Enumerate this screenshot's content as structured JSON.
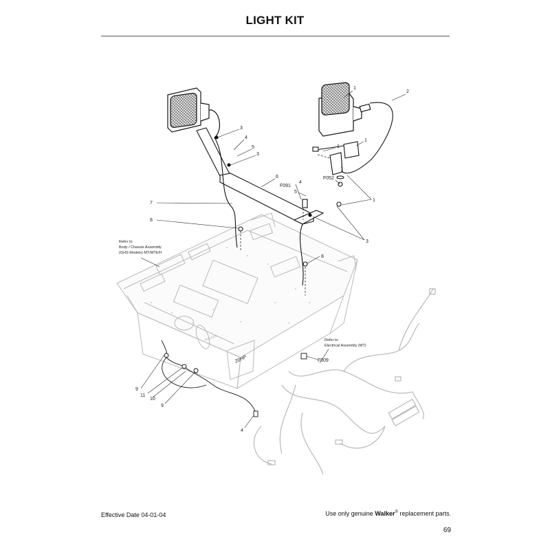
{
  "title": "LIGHT KIT",
  "footer": {
    "effective_date": "Effective Date 04-01-04",
    "disclaimer_pre": "Use only genuine",
    "brand": "Walker",
    "registered": "®",
    "disclaimer_post": "replacement parts.",
    "page_number": "69"
  },
  "callouts": {
    "c1a": "1",
    "c2": "2",
    "c3a": "3",
    "c4a": "4",
    "c5a": "5",
    "c3b": "3",
    "c1b": "1",
    "c1c": "1",
    "c6": "6",
    "c4b": "4",
    "f091": "F091",
    "c5b": "5",
    "f052": "F052",
    "c1d": "1",
    "c7": "7",
    "c8a": "8",
    "c3c": "3",
    "c8b": "8",
    "f009": "F009",
    "c9a": "9",
    "c11": "11",
    "c10": "10",
    "c9b": "9",
    "c4c": "4"
  },
  "notes": {
    "body_ref": [
      "Refer to",
      "Body / Chassis Assembly",
      "(GHS Models) MT/MTEFI"
    ],
    "elec_ref": [
      "Refer to",
      "Electrical Assembly (MT)"
    ]
  },
  "decals": {
    "hp": "20HP",
    "badge": "WALKER"
  }
}
